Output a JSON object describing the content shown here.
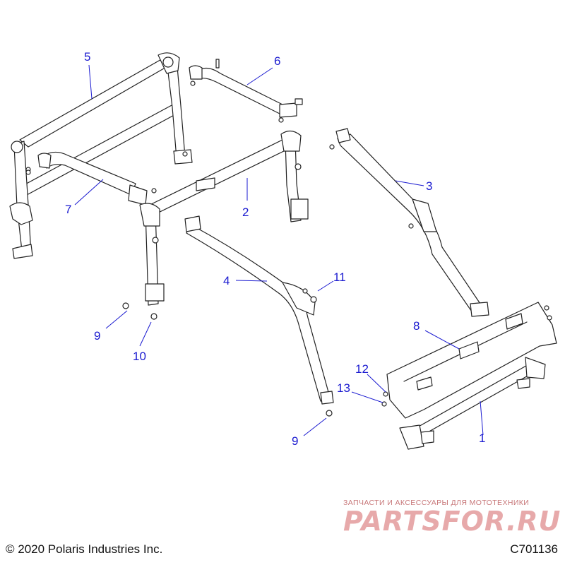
{
  "callouts": {
    "c1": "1",
    "c2": "2",
    "c3": "3",
    "c4": "4",
    "c5": "5",
    "c6": "6",
    "c7": "7",
    "c8": "8",
    "c9a": "9",
    "c9b": "9",
    "c10": "10",
    "c11": "11",
    "c12": "12",
    "c13": "13"
  },
  "footer": {
    "copyright": "© 2020 Polaris Industries Inc.",
    "diagram_code": "C701136"
  },
  "watermark": {
    "tagline": "ЗАПЧАСТИ И АКСЕССУАРЫ ДЛЯ МОТОТЕХНИКИ",
    "brand": "PARTSFOR.RU"
  },
  "colors": {
    "callout": "#1a1ad0",
    "line_art": "#222222",
    "watermark": "#e7a9aa"
  }
}
